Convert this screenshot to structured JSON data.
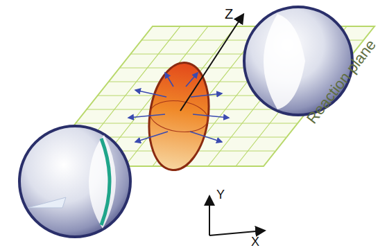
{
  "diagram": {
    "labels": [
      "Z",
      "Y",
      "X",
      "Reaction plane"
    ]
  }
}
